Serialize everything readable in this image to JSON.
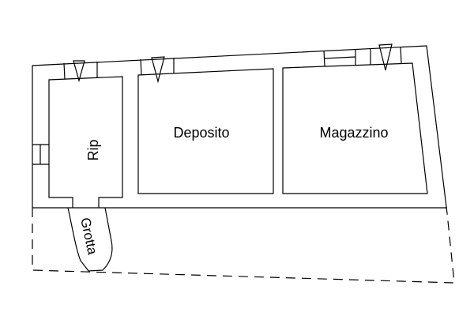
{
  "rooms": {
    "deposito": "Deposito",
    "magazzino": "Magazzino",
    "rip": "Rip",
    "grotta": "Grotta"
  },
  "colors": {
    "line": "#000000",
    "background": "#ffffff"
  }
}
